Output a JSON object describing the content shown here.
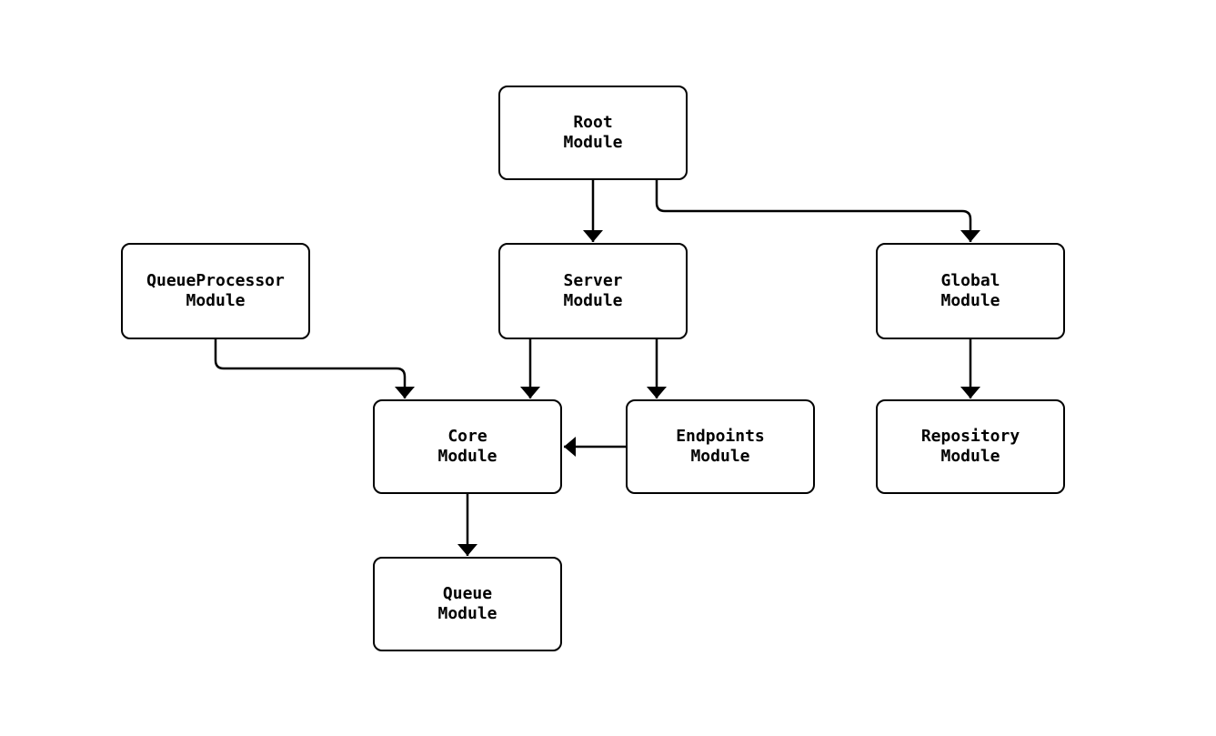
{
  "diagram": {
    "background_color": "#ffffff",
    "stroke_color": "#000000",
    "text_color": "#000000",
    "nodes": [
      {
        "id": "root",
        "label": "Root\nModule"
      },
      {
        "id": "queueprocessor",
        "label": "QueueProcessor\nModule"
      },
      {
        "id": "server",
        "label": "Server\nModule"
      },
      {
        "id": "global",
        "label": "Global\nModule"
      },
      {
        "id": "core",
        "label": "Core\nModule"
      },
      {
        "id": "endpoints",
        "label": "Endpoints\nModule"
      },
      {
        "id": "repository",
        "label": "Repository\nModule"
      },
      {
        "id": "queue",
        "label": "Queue\nModule"
      }
    ],
    "edges": [
      {
        "from": "root",
        "to": "server"
      },
      {
        "from": "root",
        "to": "global"
      },
      {
        "from": "queueprocessor",
        "to": "core"
      },
      {
        "from": "server",
        "to": "core"
      },
      {
        "from": "server",
        "to": "endpoints"
      },
      {
        "from": "endpoints",
        "to": "core"
      },
      {
        "from": "global",
        "to": "repository"
      },
      {
        "from": "core",
        "to": "queue"
      }
    ]
  }
}
